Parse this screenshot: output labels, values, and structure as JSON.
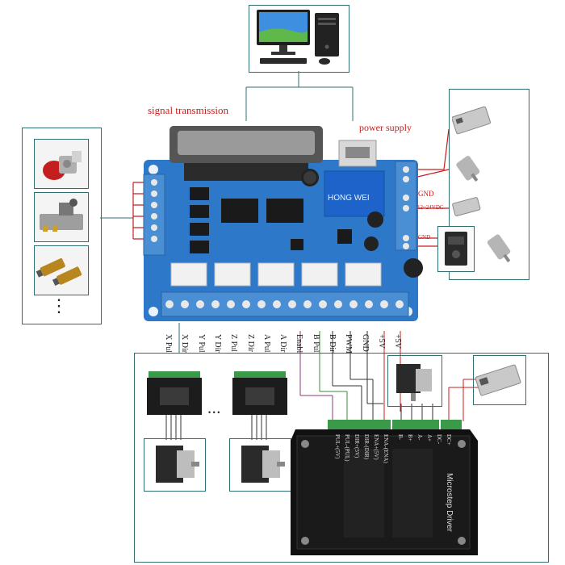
{
  "labels": {
    "signal": "signal transmission",
    "power": "power supply",
    "gnd1": "GND",
    "vdc": "12~24VDC",
    "gnd2": "GND",
    "ellipsis_left": "⋮",
    "ellipsis_mid": "• • •"
  },
  "board": {
    "relay_text": "HONG WEI"
  },
  "pins": [
    "X Pul",
    "X Dir",
    "Y Pul",
    "Y Dir",
    "Z Pul",
    "Z Dir",
    "A Pul",
    "A Dir",
    "Enabl",
    "B Pul",
    "B Dir",
    "PWM",
    "GND",
    "+5V",
    "+5V"
  ],
  "driver": {
    "title": "Microstep Driver",
    "terminals_left": [
      "PUL+(5V)",
      "PUL-(PUL)",
      "DIR+(5V)",
      "DIR-(DIR)",
      "ENA+(5V)",
      "ENA-(ENA)"
    ],
    "terminals_right": [
      "B-",
      "B+",
      "A-",
      "A+",
      "DC-",
      "DC+"
    ]
  },
  "colors": {
    "frame": "#2f6f6f",
    "board": "#2d78c8",
    "wire_red": "#c81d1d",
    "label_red": "#c81d1d",
    "terminal_green": "#3b9a4a"
  }
}
